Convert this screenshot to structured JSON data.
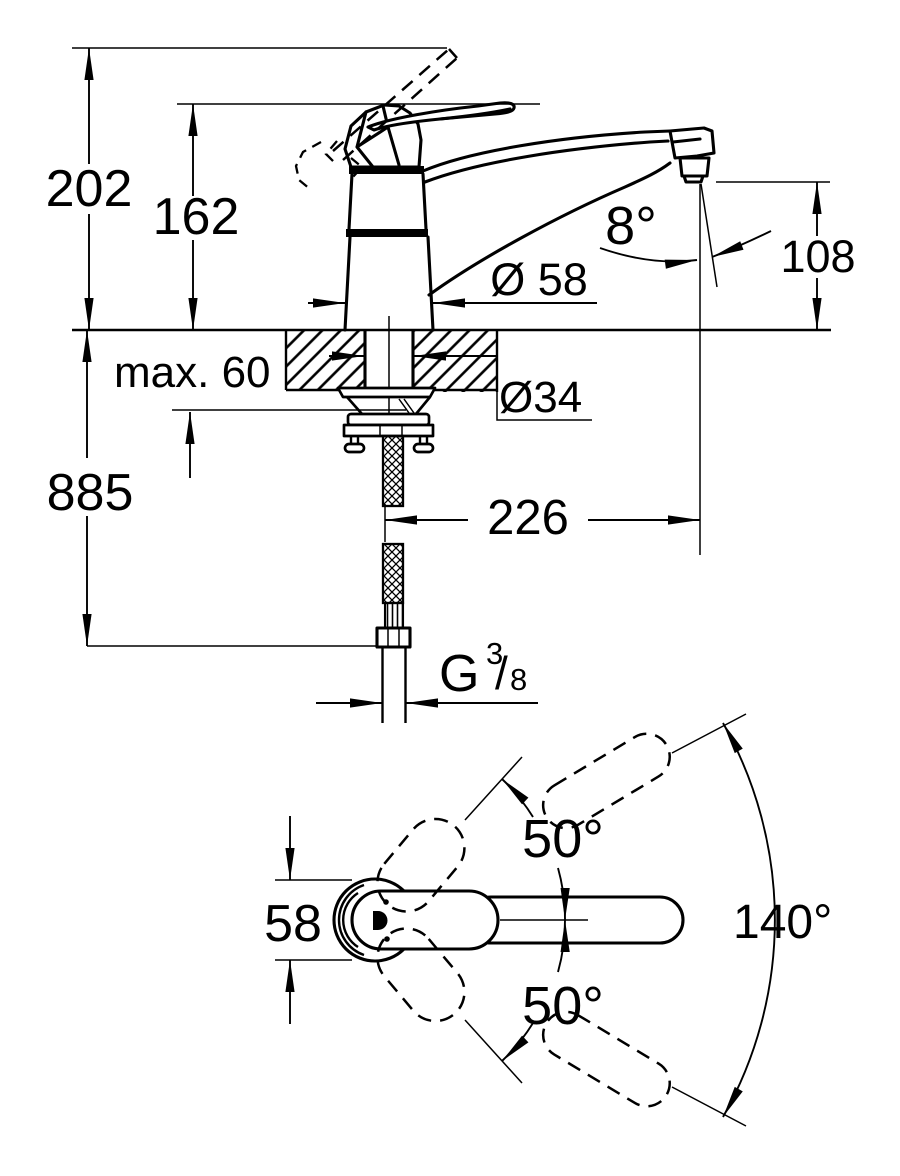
{
  "drawing": {
    "type": "technical-dimension-drawing",
    "subject": "single-lever kitchen sink mixer tap, side elevation and plan view",
    "background_color": "#ffffff",
    "line_color": "#000000"
  },
  "side_view": {
    "dim_height_total": "202",
    "dim_height_body": "162",
    "dim_spout_angle": "8°",
    "dim_outlet_height": "108",
    "dim_base_diameter": "Ø 58",
    "dim_deck_thickness": "max. 60",
    "dim_hole_diameter": "Ø34",
    "dim_hose_length": "885",
    "dim_spout_reach": "226",
    "thread": {
      "prefix": "G",
      "numerator": "3",
      "slash": "/",
      "denominator": "8"
    }
  },
  "plan_view": {
    "dim_base_diameter": "58",
    "dim_lever_angle_upper": "50°",
    "dim_lever_angle_lower": "50°",
    "dim_swivel_range": "140°"
  }
}
